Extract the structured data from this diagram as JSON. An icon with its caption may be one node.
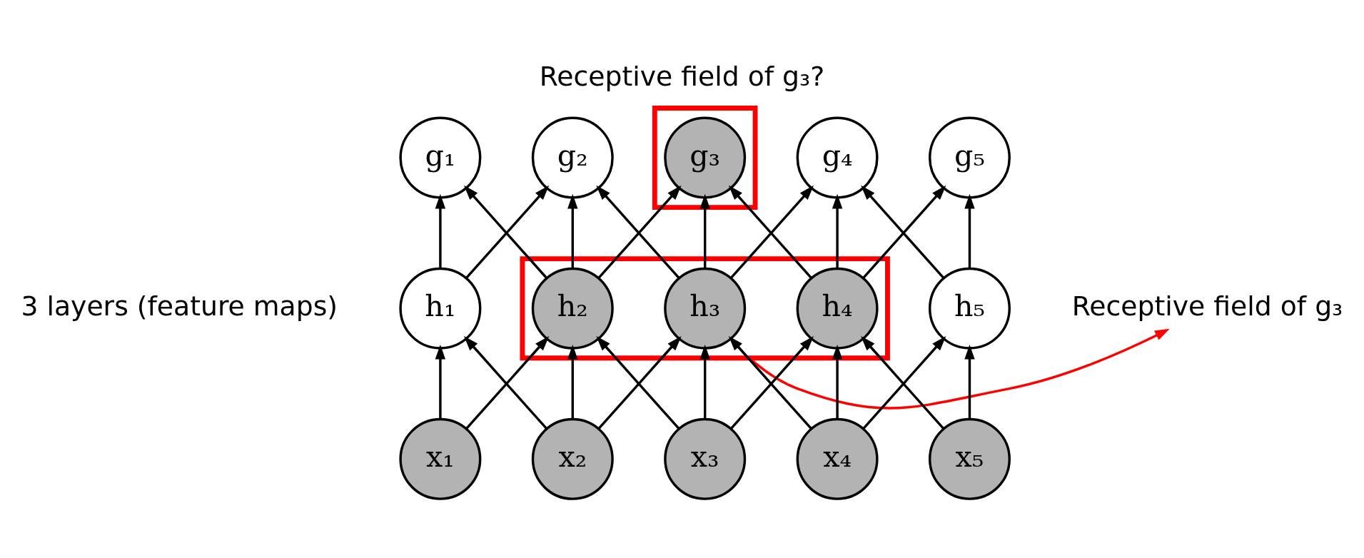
{
  "diagram": {
    "title": "Receptive field of g₃?",
    "nodes": [
      {
        "text": [
          "g₁"
        ]
      },
      {
        "text": [
          "g₂"
        ]
      },
      {
        "text": [],
        "shape": "box"
      },
      {
        "text": [
          "g₃"
        ],
        "in": 2
      },
      {
        "text": [
          "g₄"
        ]
      },
      {
        "text": [
          "g₅"
        ]
      },
      {
        "text": [
          "h₁"
        ]
      },
      {
        "text": [],
        "shape": "box"
      },
      {
        "text": [
          "h₂"
        ],
        "in": 7
      },
      {
        "text": [
          "h₃"
        ],
        "in": 7
      },
      {
        "text": [
          "h₄"
        ],
        "in": 7
      },
      {
        "text": [
          "h₅"
        ]
      },
      {
        "text": [
          "Receptive field of g₃"
        ]
      },
      {
        "text": [
          "x₁"
        ]
      },
      {
        "text": [
          "x₂"
        ]
      },
      {
        "text": [
          "x₃"
        ]
      },
      {
        "text": [
          "x₄"
        ]
      },
      {
        "text": [
          "x₅"
        ]
      }
    ],
    "edges": [
      {
        "from": 13,
        "to": 6,
        "arrow": "to"
      },
      {
        "from": 13,
        "to": 8,
        "arrow": "to"
      },
      {
        "from": 14,
        "to": 6,
        "arrow": "to"
      },
      {
        "from": 14,
        "to": 8,
        "arrow": "to"
      },
      {
        "from": 14,
        "to": 9,
        "arrow": "to"
      },
      {
        "from": 15,
        "to": 8,
        "arrow": "to"
      },
      {
        "from": 15,
        "to": 9,
        "arrow": "to"
      },
      {
        "from": 15,
        "to": 10,
        "arrow": "to"
      },
      {
        "from": 16,
        "to": 9,
        "arrow": "to"
      },
      {
        "from": 16,
        "to": 10,
        "arrow": "to"
      },
      {
        "from": 16,
        "to": 11,
        "arrow": "to"
      },
      {
        "from": 17,
        "to": 10,
        "arrow": "to"
      },
      {
        "from": 17,
        "to": 11,
        "arrow": "to"
      },
      {
        "from": 6,
        "to": 0,
        "arrow": "to"
      },
      {
        "from": 6,
        "to": 1,
        "arrow": "to"
      },
      {
        "from": 8,
        "to": 0,
        "arrow": "to"
      },
      {
        "from": 8,
        "to": 1,
        "arrow": "to"
      },
      {
        "from": 8,
        "to": 3,
        "arrow": "to"
      },
      {
        "from": 9,
        "to": 1,
        "arrow": "to"
      },
      {
        "from": 9,
        "to": 3,
        "arrow": "to"
      },
      {
        "from": 9,
        "to": 4,
        "arrow": "to"
      },
      {
        "from": 10,
        "to": 3,
        "arrow": "to"
      },
      {
        "from": 10,
        "to": 4,
        "arrow": "to"
      },
      {
        "from": 10,
        "to": 5,
        "arrow": "to"
      },
      {
        "from": 11,
        "to": 4,
        "arrow": "to"
      },
      {
        "from": 11,
        "to": 5,
        "arrow": "to"
      },
      {
        "from": 7,
        "to": 12,
        "arrow": "to",
        "color": "#ff0000"
      }
    ],
    "labels": [
      "3 layers (feature maps)"
    ]
  }
}
